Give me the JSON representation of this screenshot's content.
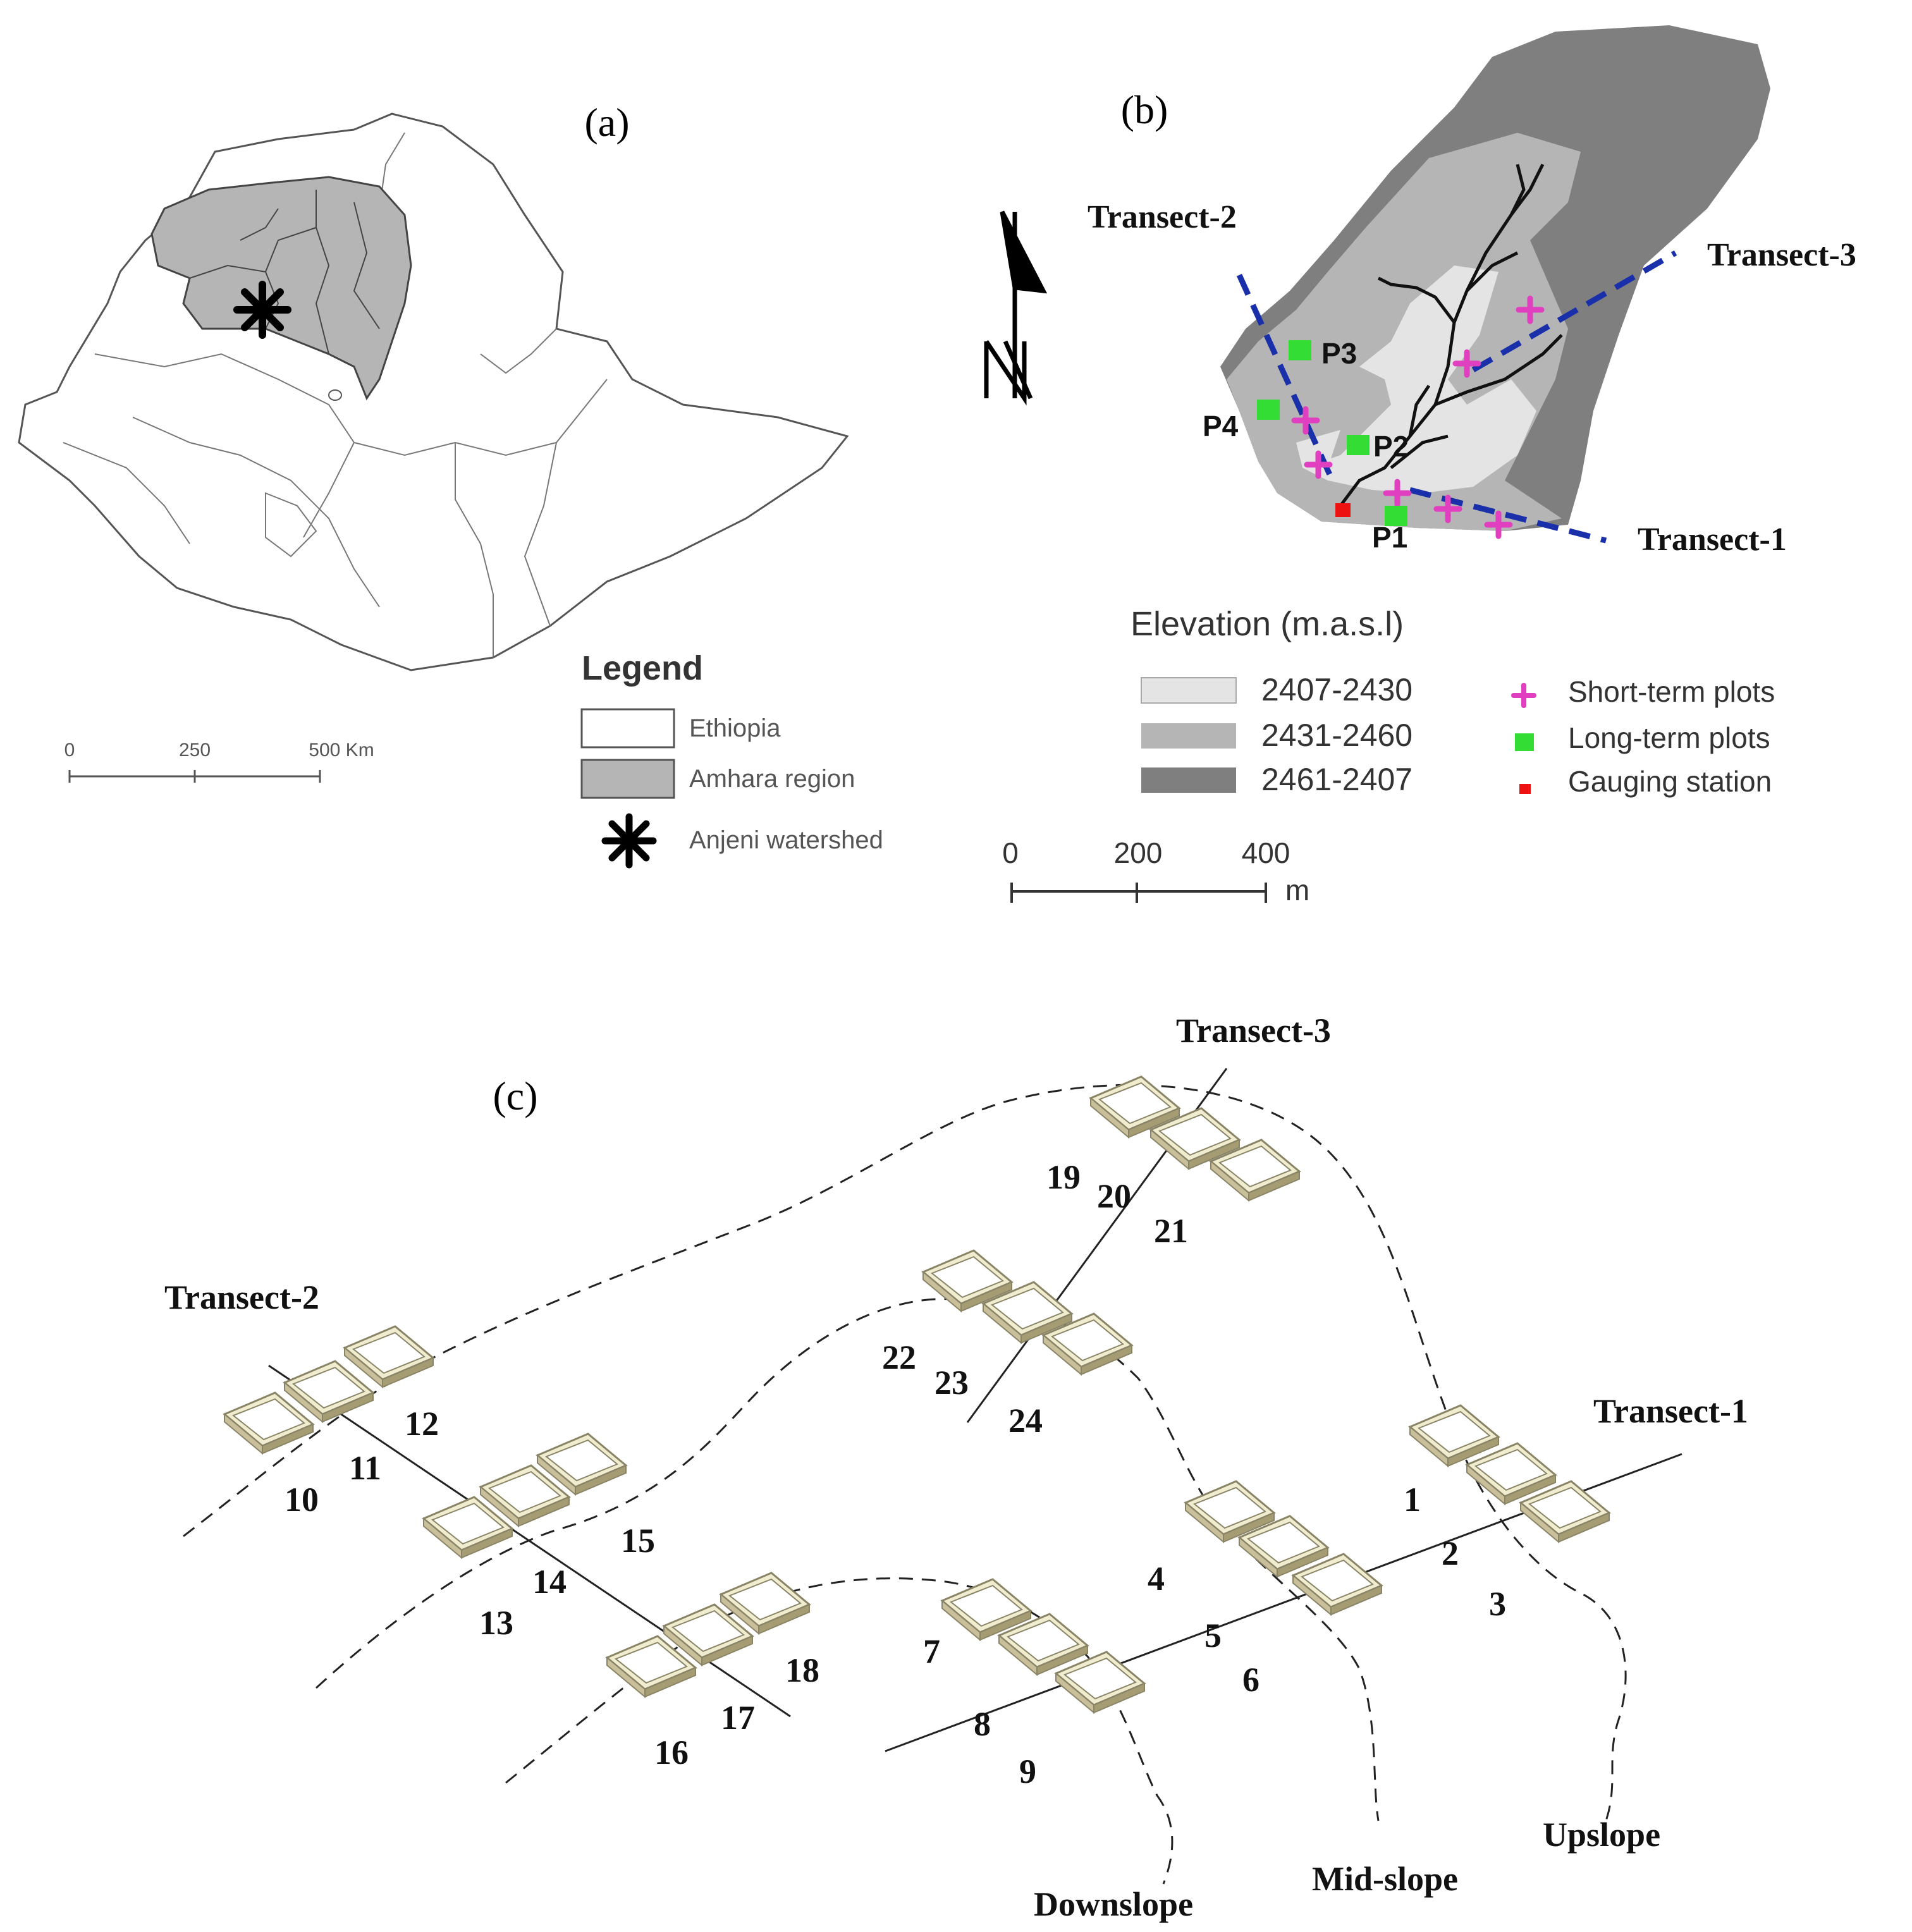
{
  "panel_a": {
    "label": "(a)",
    "legend": {
      "title": "Legend",
      "items": [
        {
          "label": "Ethiopia",
          "swatch": "#ffffff"
        },
        {
          "label": "Amhara region",
          "swatch": "#b5b5b5"
        },
        {
          "label": "Anjeni watershed",
          "symbol": "asterisk-icon"
        }
      ]
    },
    "scale": {
      "ticks": [
        "0",
        "250",
        "500 Km"
      ]
    }
  },
  "panel_b": {
    "label": "(b)",
    "transects": [
      "Transect-1",
      "Transect-2",
      "Transect-3"
    ],
    "plots": [
      "P1",
      "P2",
      "P3",
      "P4"
    ],
    "legend": {
      "title": "Elevation (m.a.s.l)",
      "elevation_classes": [
        {
          "label": "2407-2430",
          "color": "#e4e4e4"
        },
        {
          "label": "2431-2460",
          "color": "#b5b5b5"
        },
        {
          "label": "2461-2407",
          "color": "#7f7f7f"
        }
      ],
      "symbols": [
        {
          "label": "Short-term plots",
          "color": "#e040c0",
          "symbol": "plus-icon"
        },
        {
          "label": "Long-term plots",
          "color": "#33dd33",
          "symbol": "square-icon"
        },
        {
          "label": "Gauging station",
          "color": "#ee1111",
          "symbol": "small-square-icon"
        }
      ]
    },
    "scale": {
      "ticks": [
        "0",
        "200",
        "400"
      ],
      "unit": "m"
    }
  },
  "panel_c": {
    "label": "(c)",
    "transects": [
      "Transect-1",
      "Transect-2",
      "Transect-3"
    ],
    "slopes": [
      "Downslope",
      "Mid-slope",
      "Upslope"
    ],
    "plot_numbers": [
      "1",
      "2",
      "3",
      "4",
      "5",
      "6",
      "7",
      "8",
      "9",
      "10",
      "11",
      "12",
      "13",
      "14",
      "15",
      "16",
      "17",
      "18",
      "19",
      "20",
      "21",
      "22",
      "23",
      "24"
    ]
  },
  "colors": {
    "transect_line": "#1a2faa",
    "amhara": "#b5b5b5",
    "short_term": "#e040c0",
    "long_term": "#33dd33",
    "gauging": "#ee1111"
  }
}
